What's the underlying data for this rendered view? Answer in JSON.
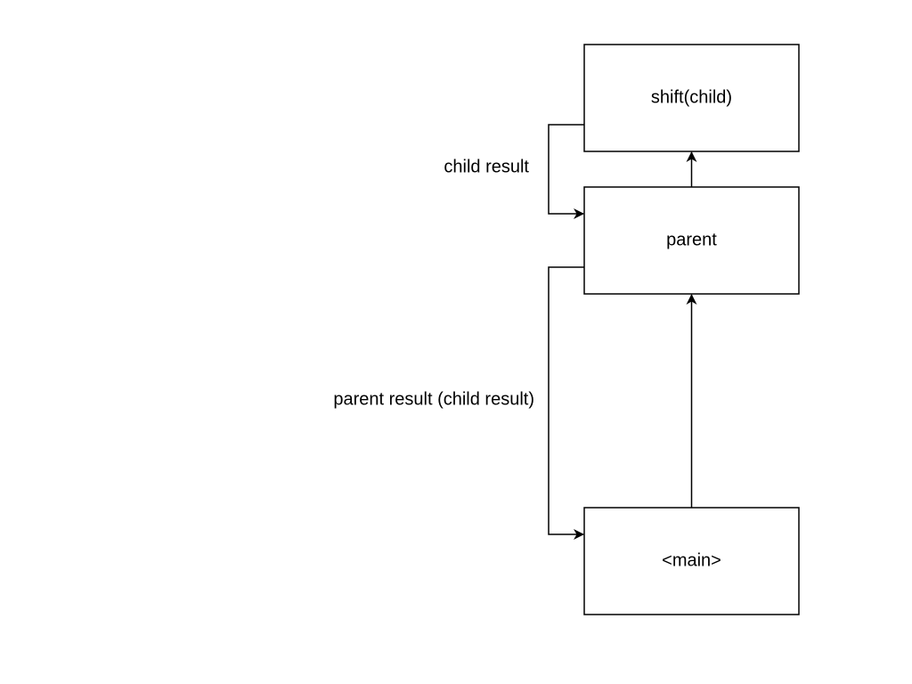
{
  "diagram": {
    "stroke_color": "#000000",
    "background_color": "#ffffff",
    "nodes": {
      "shift_child": {
        "label": "shift(child)"
      },
      "parent": {
        "label": "parent"
      },
      "main": {
        "label": "<main>"
      }
    },
    "edges": {
      "child_result": {
        "label": "child result"
      },
      "parent_result": {
        "label": "parent result (child result)"
      }
    }
  }
}
